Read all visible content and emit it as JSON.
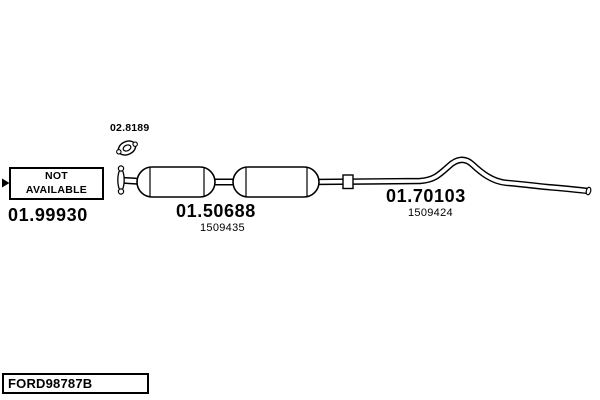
{
  "not_available": {
    "line1": "NOT",
    "line2": "AVAILABLE"
  },
  "labels": {
    "front_section": {
      "part_number": "01.99930"
    },
    "gasket": {
      "part_number": "02.8189"
    },
    "middle_silencer": {
      "part_number": "01.50688",
      "ref_number": "1509435"
    },
    "rear_silencer": {
      "part_number": "01.70103",
      "ref_number": "1509424"
    }
  },
  "title_block": {
    "code": "FORD98787B"
  },
  "colors": {
    "line": "#000000",
    "background": "#ffffff"
  }
}
